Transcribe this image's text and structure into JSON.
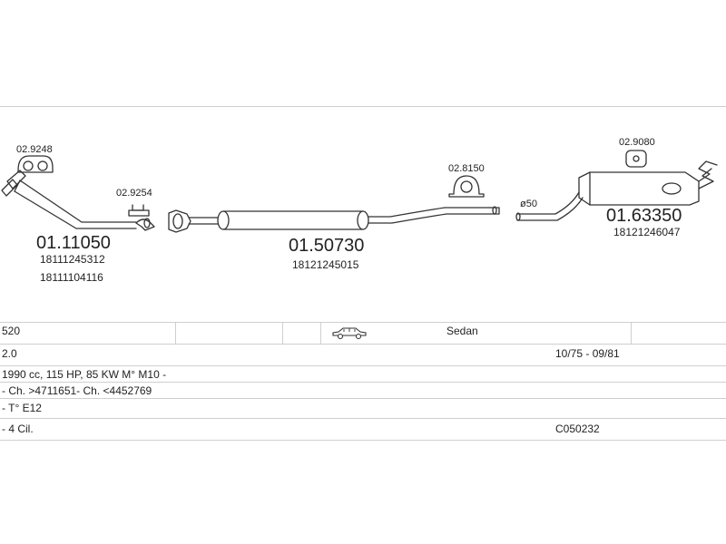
{
  "parts": {
    "front_pipe": {
      "code": "01.11050",
      "ref1": "18111245312",
      "ref2": "18111104116"
    },
    "front_accessory": {
      "code": "02.9248"
    },
    "front_clamp": {
      "code": "02.9254"
    },
    "middle_silencer": {
      "code": "01.50730",
      "ref1": "18121245015"
    },
    "middle_mount": {
      "code": "02.8150"
    },
    "rear_mount": {
      "code": "02.9080"
    },
    "rear_silencer": {
      "code": "01.63350",
      "ref1": "18121246047",
      "pipe_diameter": "ø50"
    }
  },
  "table": {
    "model": "520",
    "body_type": "Sedan",
    "engine": "2.0",
    "production_period": "10/75 - 09/81",
    "engine_details": "1990 cc, 115 HP, 85 KW M° M10 -",
    "chassis": "- Ch. >4711651- Ch. <4452769",
    "type_code": "- T° E12",
    "cylinders": "- 4 Cil.",
    "catalog_code": "C050232"
  },
  "icons": {
    "vehicle": "sedan-car-icon"
  }
}
